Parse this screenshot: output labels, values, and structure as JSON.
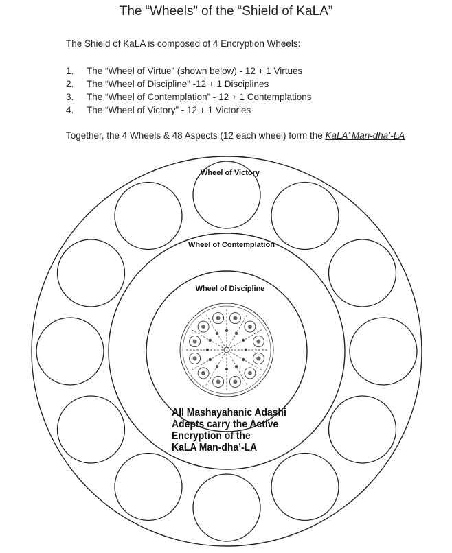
{
  "page": {
    "title": "The “Wheels” of the “Shield of KaLA”",
    "intro": "The Shield of KaLA is composed of 4 Encryption Wheels:",
    "wheels_list": [
      {
        "num": "1.",
        "text": "The “Wheel of Virtue” (shown below) - 12 + 1 Virtues"
      },
      {
        "num": "2.",
        "text": "The “Wheel of Discipline” -12 + 1 Disciplines"
      },
      {
        "num": "3.",
        "text": "The “Wheel of Contemplation” - 12 + 1 Contemplations"
      },
      {
        "num": "4.",
        "text": "The “Wheel of Victory” - 12 + 1 Victories"
      }
    ],
    "together_text": "Together, the 4 Wheels & 48 Aspects (12 each wheel) form the ",
    "together_link": "KaLA’ Man-dha’-LA"
  },
  "diagram": {
    "outer_circle_count": 12,
    "labels": {
      "victory": "Wheel of Victory",
      "contemplation": "Wheel of Contemplation",
      "discipline": "Wheel of Discipline"
    },
    "caption_lines": [
      "All Mashayahanic Adashi",
      "Adepts carry the Active",
      "Encryption of the",
      "KaLA Man-dha’-LA"
    ],
    "center_emblem": "wheel-of-virtue-emblem"
  }
}
